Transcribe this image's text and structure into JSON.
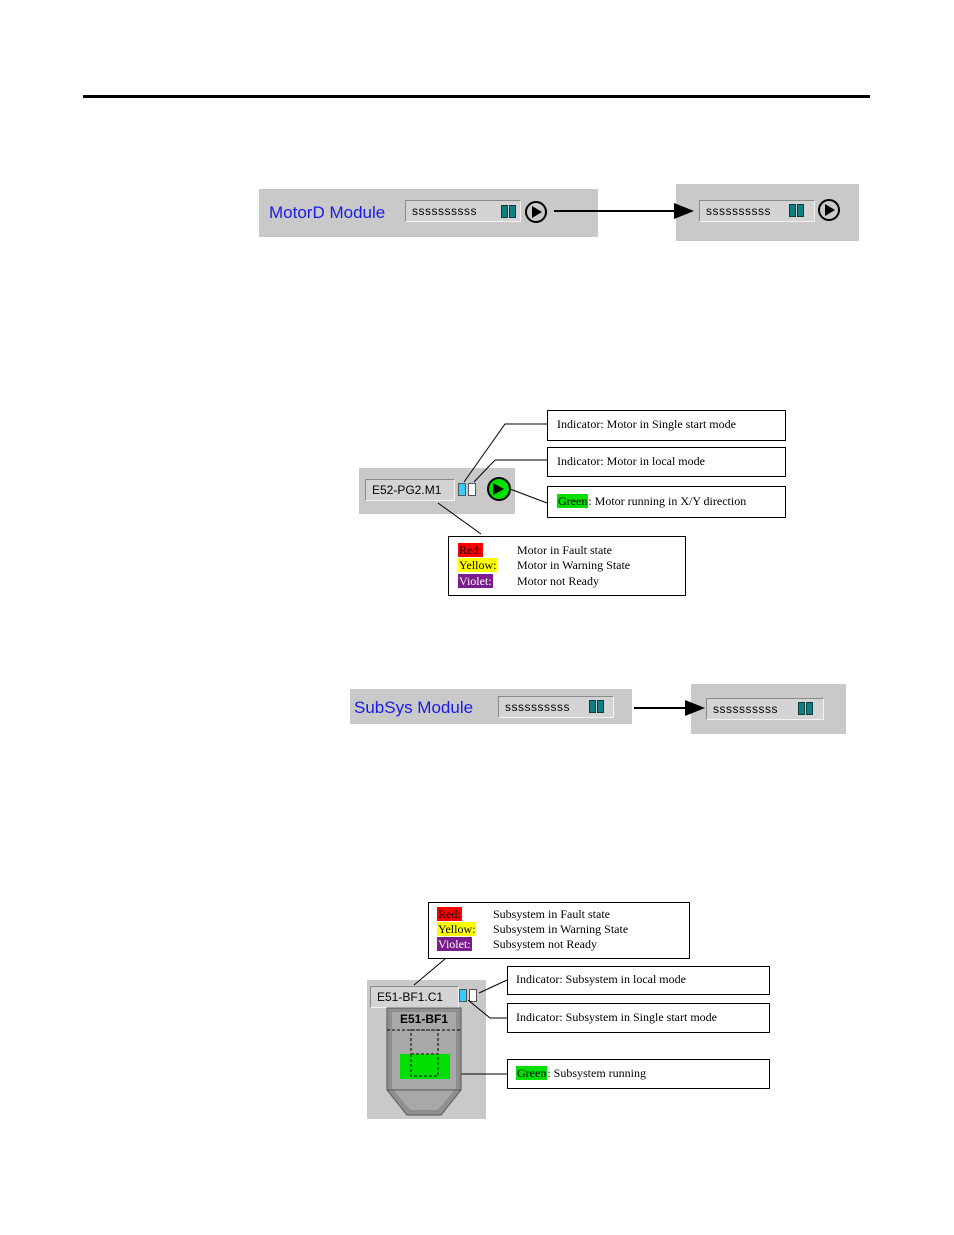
{
  "motor": {
    "panel_label": "MotorD Module",
    "field_text": "ssssssssss",
    "result_field_text": "ssssssssss"
  },
  "motor_detail": {
    "tag": "E52-PG2.M1",
    "callouts": {
      "single_start": "Indicator: Motor in Single start mode",
      "local_mode": "Indicator: Motor in local mode",
      "running_color": "Green",
      "running_text": ": Motor running in X/Y direction"
    },
    "legend": [
      {
        "color_name": "Red:",
        "color": "#ff0000",
        "text": "Motor in Fault state"
      },
      {
        "color_name": "Yellow:",
        "color": "#ffff00",
        "text": "Motor in Warning State"
      },
      {
        "color_name": "Violet:",
        "color": "#7b1c8c",
        "text": "Motor not Ready"
      }
    ]
  },
  "subsys": {
    "panel_label": "SubSys Module",
    "field_text": "ssssssssss",
    "result_field_text": "ssssssssss"
  },
  "subsys_detail": {
    "tag": "E51-BF1.C1",
    "bin_label": "E51-BF1",
    "legend": [
      {
        "color_name": "Red:",
        "color": "#ff0000",
        "text": "Subsystem in Fault state"
      },
      {
        "color_name": "Yellow:",
        "color": "#ffff00",
        "text": "Subsystem in Warning State"
      },
      {
        "color_name": "Violet:",
        "color": "#7b1c8c",
        "text": "Subsystem not Ready"
      }
    ],
    "callouts": {
      "local_mode": "Indicator: Subsystem in local mode",
      "single_start": "Indicator: Subsystem in Single start mode",
      "running_color": "Green",
      "running_text": ": Subsystem running"
    }
  },
  "colors": {
    "label_blue": "#1a1ae6",
    "panel_gray": "#c9c9c9",
    "indicator_teal": "#0f7f84",
    "running_green": "#00e000",
    "local_cyan": "#33ccff"
  }
}
